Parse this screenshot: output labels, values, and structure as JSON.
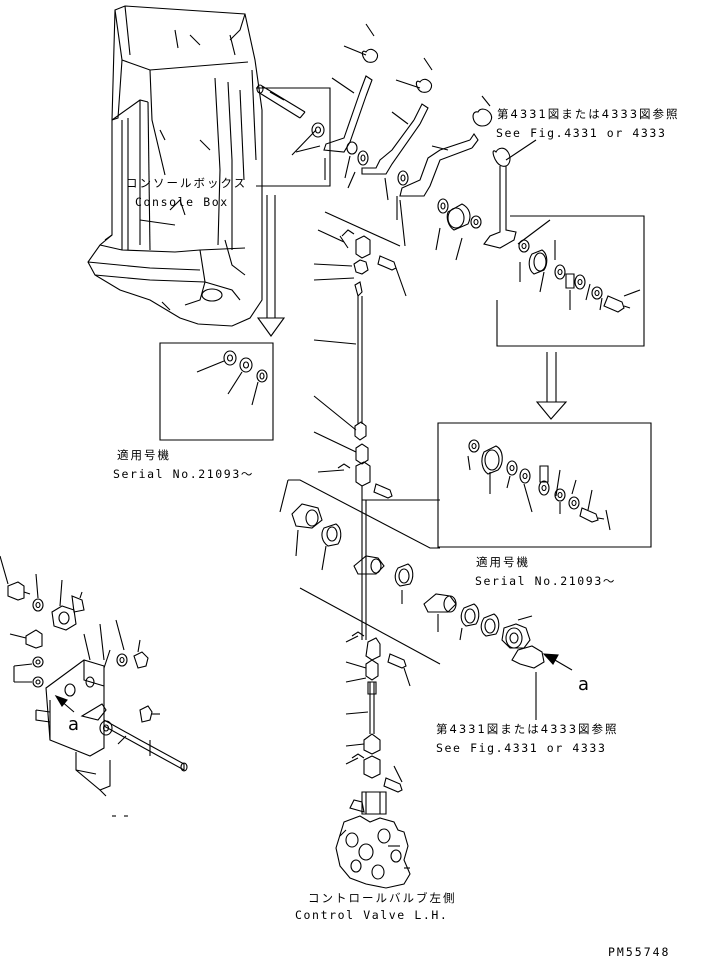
{
  "labels": {
    "console_box_jp": "コンソールボックス",
    "console_box_en": "Console Box",
    "see_fig_top_jp": "第4331図または4333図参照",
    "see_fig_top_en": "See Fig.4331 or 4333",
    "serial_left_jp": "適用号機",
    "serial_left_en": "Serial No.21093～",
    "serial_right_jp": "適用号機",
    "serial_right_en": "Serial No.21093～",
    "see_fig_bottom_jp": "第4331図または4333図参照",
    "see_fig_bottom_en": "See Fig.4331 or 4333",
    "ref_a_right": "a",
    "ref_a_left": "a",
    "control_valve_jp": "コントロールバルブ左側",
    "control_valve_en": "Control Valve L.H.",
    "page_code": "PM55748"
  },
  "colors": {
    "ink": "#000000",
    "paper": "#ffffff"
  }
}
